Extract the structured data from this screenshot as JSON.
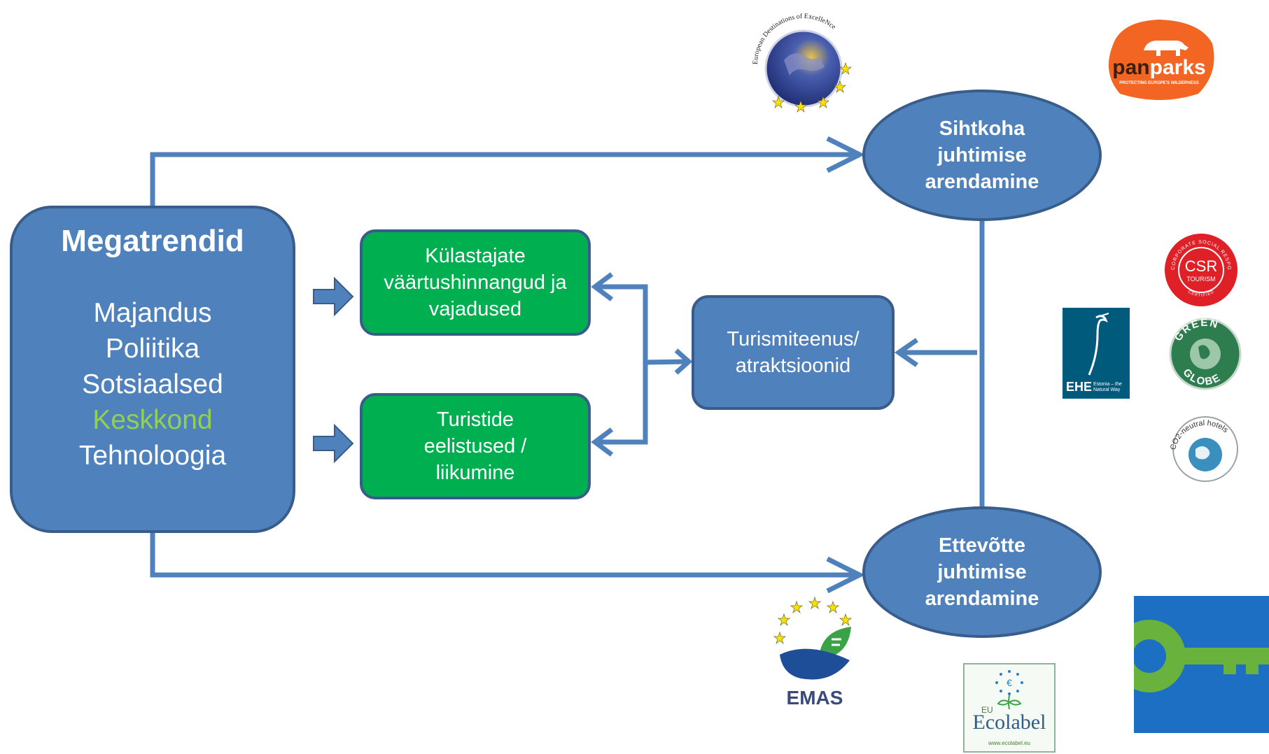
{
  "megatrends": {
    "title": "Megatrendid",
    "items": [
      "Majandus",
      "Poliitika",
      "Sotsiaalsed",
      "Keskkond",
      "Tehnoloogia"
    ],
    "highlight_color": "#92d050"
  },
  "visitor_values": "Külastajate väärtushinnangud ja vajadused",
  "tourist_preferences": "Turistide eelistused / liikumine",
  "tourism_services": "Turismiteenus/ atraktsioonid",
  "destination_management": "Sihtkoha juhtimise arendamine",
  "company_management": "Ettevõtte juhtimise arendamine",
  "logos": {
    "eden": "European Destinations of ExcelleNce",
    "panparks_pan": "pan",
    "panparks_parks": "parks",
    "panparks_sub": "PROTECTING EUROPE'S WILDERNESS",
    "csr_top": "CORPORATE SOCIAL RESPONSIBILITY",
    "csr_main": "CSR",
    "csr_sub": "TOURISM",
    "csr_bottom": "CERTIFIED",
    "ehe": "EHE",
    "ehe_sub": "Estonia – the Natural Way",
    "green_globe_1": "GREEN",
    "green_globe_2": "GLOBE",
    "co2": "CO2-neutral hotels",
    "emas": "EMAS",
    "ecolabel_eu": "EU",
    "ecolabel": "Ecolabel",
    "ecolabel_url": "www.ecolabel.eu"
  },
  "colors": {
    "box_blue": "#4f81bd",
    "border_blue": "#385d8a",
    "green_box": "#00b050",
    "connector": "#4f81bd",
    "panparks_orange": "#f26522",
    "csr_red": "#e02027",
    "green_globe": "#2e7d4f",
    "green_key": "#1d6fc4"
  }
}
